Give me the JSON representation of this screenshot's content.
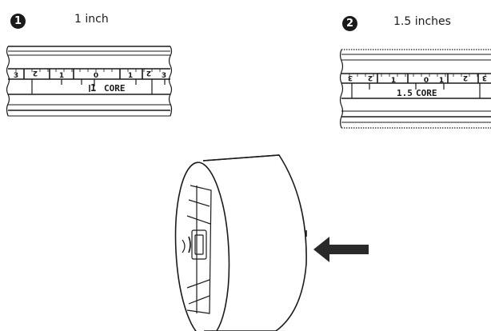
{
  "steps": [
    {
      "number": "1",
      "label": "1 inch",
      "core_label": "CORE",
      "size_mark": "1",
      "scale_numbers": [
        "3",
        "2",
        "1",
        "0",
        "1",
        "2",
        "3"
      ]
    },
    {
      "number": "2",
      "label": "1.5 inches",
      "core_label": "CORE",
      "size_mark": "1.5",
      "scale_numbers": [
        "3",
        "2",
        "1",
        "0",
        "1",
        "2",
        "3"
      ]
    }
  ],
  "icons": {
    "arrow": "left-arrow-icon",
    "roll": "paper-roll-icon"
  },
  "colors": {
    "ink": "#1a1a1a",
    "arrow": "#2a2a2a"
  }
}
